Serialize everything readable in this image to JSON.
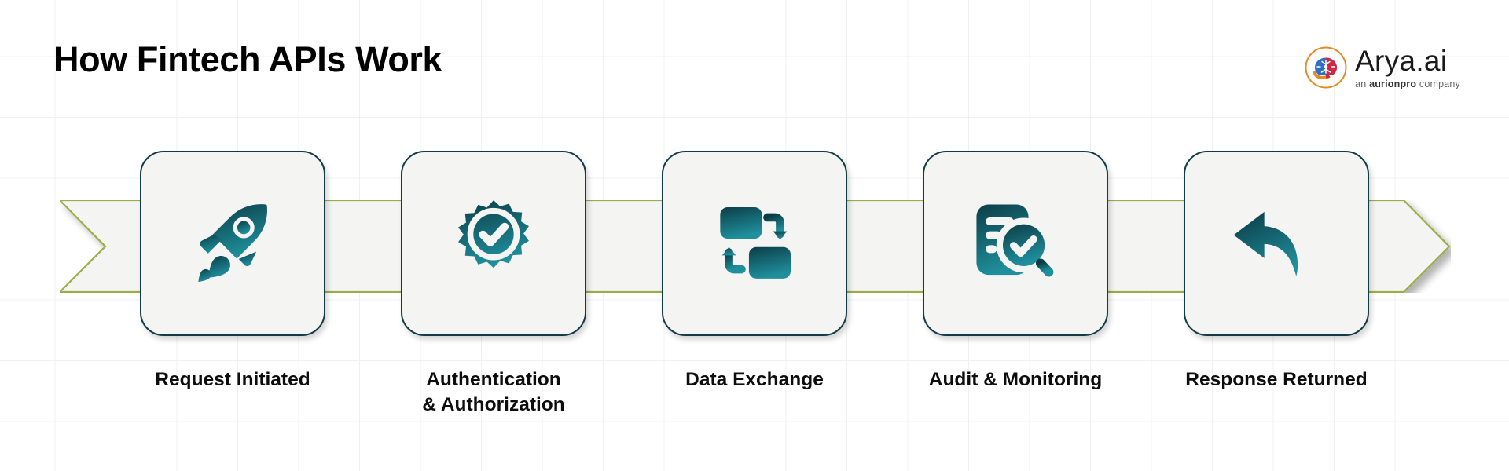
{
  "header": {
    "title": "How Fintech APIs Work",
    "logo": {
      "mark_name": "arya-brain-logo-icon",
      "wordmark": "Arya.ai",
      "tagline_prefix": "an ",
      "tagline_brand": "aurionpro",
      "tagline_suffix": " company"
    }
  },
  "banner": {
    "outline_color": "#9aad49",
    "fill_color": "#f4f4f3"
  },
  "theme": {
    "icon_gradient_start": "#0b3d47",
    "icon_gradient_end": "#1f8f9c",
    "card_border": "#123b45",
    "card_fill": "#f4f4f3",
    "title_color": "#000000",
    "grid_color": "#f0f0f0"
  },
  "steps": [
    {
      "label": "Request Initiated",
      "icon": "rocket-icon"
    },
    {
      "label": "Authentication\n& Authorization",
      "icon": "verified-badge-icon"
    },
    {
      "label": "Data Exchange",
      "icon": "data-exchange-icon"
    },
    {
      "label": "Audit & Monitoring",
      "icon": "audit-search-icon"
    },
    {
      "label": "Response Returned",
      "icon": "reply-arrow-icon"
    }
  ]
}
